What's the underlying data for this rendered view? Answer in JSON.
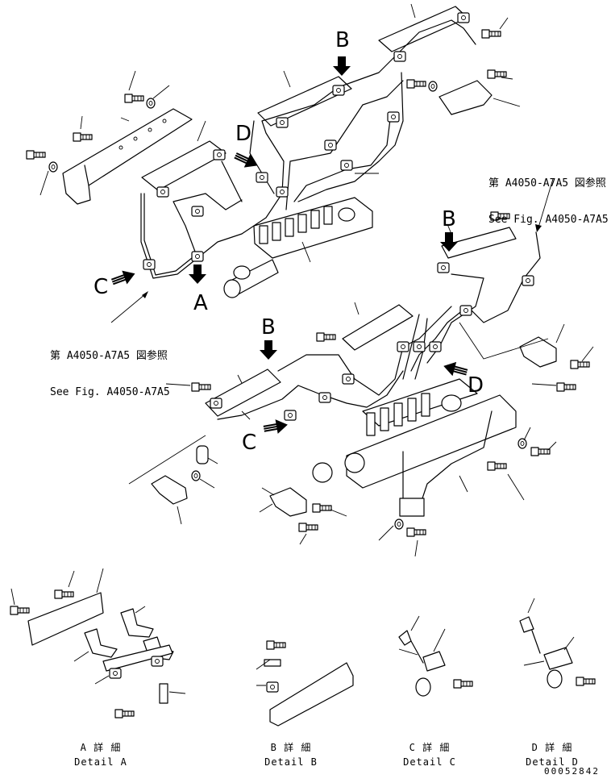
{
  "references": {
    "top": {
      "jp": "第 A4050-A7A5 図参照",
      "en": "See Fig. A4050-A7A5"
    },
    "left": {
      "jp": "第 A4050-A7A5 図参照",
      "en": "See Fig. A4050-A7A5"
    }
  },
  "view_labels": {
    "b_upper": "B",
    "d_upper": "D",
    "c_upper": "C",
    "a_upper": "A",
    "b_lower_right": "B",
    "b_lower_left": "B",
    "c_lower": "C",
    "d_lower": "D"
  },
  "details": [
    {
      "jp": "A 詳 細",
      "en": "Detail A"
    },
    {
      "jp": "B 詳 細",
      "en": "Detail B"
    },
    {
      "jp": "C 詳 細",
      "en": "Detail C"
    },
    {
      "jp": "D 詳 細",
      "en": "Detail D"
    }
  ],
  "drawing_code": "00052842"
}
